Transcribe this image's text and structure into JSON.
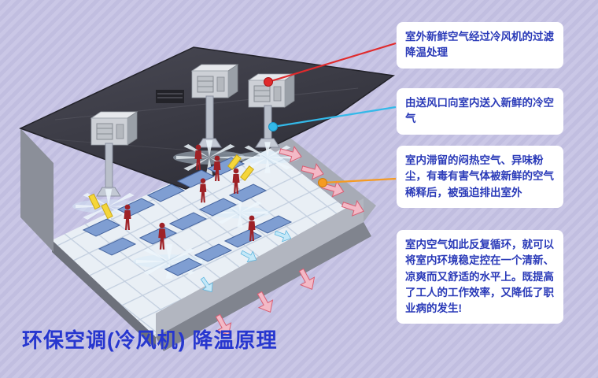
{
  "colors": {
    "bg_base": "#cac7e6",
    "bg_stripe": "#c1bee0",
    "callout_bg": "#ffffff",
    "callout_text": "#2a3ab8",
    "title_text": "#2636cf",
    "line_red": "#e02a2c",
    "line_cyan": "#33b9e9",
    "line_orange": "#f59b23"
  },
  "title": {
    "text": "环保空调(冷风机) 降温原理"
  },
  "callouts": [
    {
      "name": "fresh-air-intake",
      "accent": "red",
      "text": "室外新鲜空气经过冷风机的过滤降温处理"
    },
    {
      "name": "supply-air",
      "accent": "cyan",
      "text": "由送风口向室内送入新鲜的冷空气"
    },
    {
      "name": "exhaust-air",
      "accent": "orange",
      "text": "室内滞留的闷热空气、异味粉尘，有毒有害气体被新鲜的空气稀释后，被强迫排出室外"
    },
    {
      "name": "circulation",
      "accent": "none",
      "text": "室内空气如此反复循环，就可以将室内环境稳定控在一个清新、凉爽而又舒适的水平上。既提高了工人的工作效率，又降低了职业病的发生!"
    }
  ],
  "illustration": {
    "elements": [
      "rooftop-evaporative-cooler-units",
      "supply-ducts-and-diffusers",
      "cool-air-starbursts",
      "workshop-floor",
      "workers",
      "workbenches",
      "exhaust-arrows"
    ]
  }
}
